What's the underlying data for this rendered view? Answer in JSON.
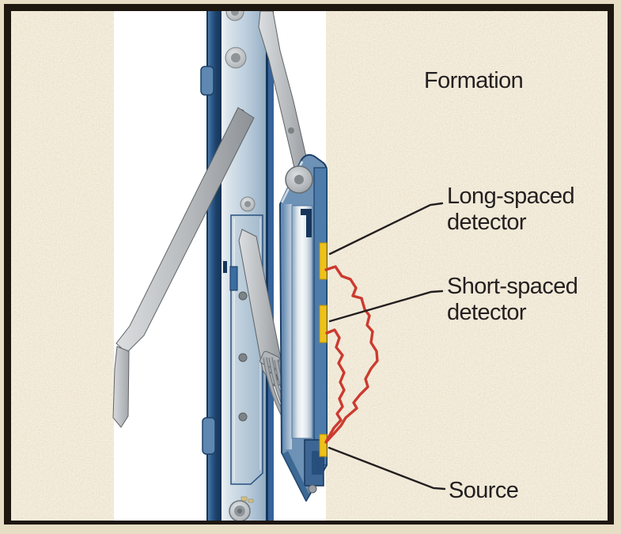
{
  "figure": {
    "type": "well-logging-density-tool-diagram",
    "labels": {
      "formation": "Formation",
      "long_spaced_line1": "Long-spaced",
      "long_spaced_line2": "detector",
      "short_spaced_line1": "Short-spaced",
      "short_spaced_line2": "detector",
      "source": "Source"
    },
    "colors": {
      "outer_margin": "#e8ddc5",
      "frame_border": "#1e1710",
      "formation_base": "#f5f0e3",
      "formation_speckle": "#d6c299",
      "borehole_white": "#ffffff",
      "tool_dark_blue": "#1c4066",
      "tool_mid_blue": "#2c5a8d",
      "tool_light_blue": "#bccedd",
      "pad_strip_blue": "#4d7cab",
      "detector_yellow": "#eec11b",
      "gamma_ray_red": "#cc3a30",
      "arm_gray": "#bfc2c5",
      "label_text": "#231f20"
    }
  }
}
